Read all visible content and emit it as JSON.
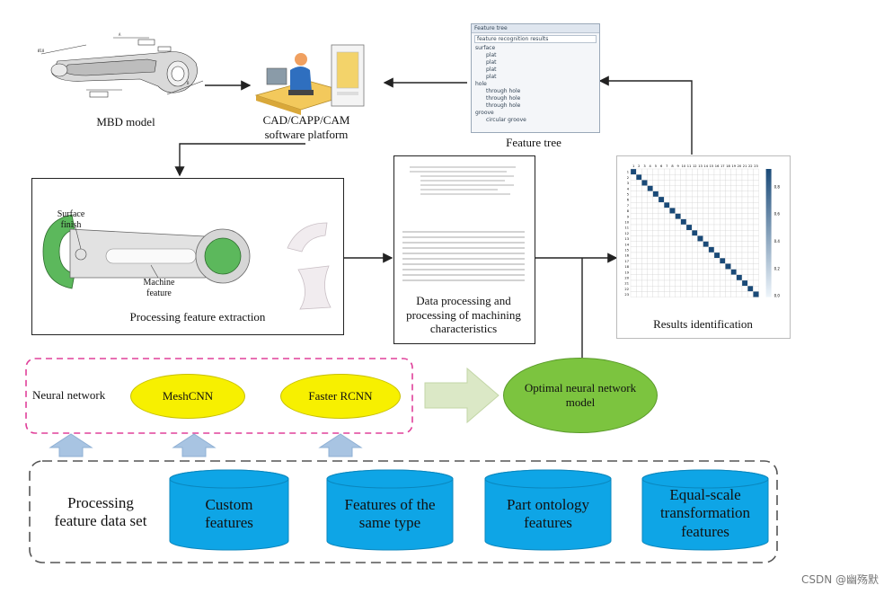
{
  "top": {
    "mbd_label": "MBD model",
    "cad_label_1": "CAD/CAPP/CAM",
    "cad_label_2": "software platform",
    "feature_tree_label": "Feature tree"
  },
  "feature_tree": {
    "title": "Feature tree",
    "header": "feature recognition results",
    "groups": [
      {
        "name": "surface",
        "items": [
          "plat",
          "plat",
          "plat",
          "plat"
        ]
      },
      {
        "name": "hole",
        "items": [
          "through hole",
          "through hole",
          "through hole"
        ]
      },
      {
        "name": "groove",
        "items": [
          "circular groove"
        ]
      }
    ]
  },
  "middle": {
    "surface_finish_1": "Surface",
    "surface_finish_2": "finish",
    "machine_feature_1": "Machine",
    "machine_feature_2": "feature",
    "extraction_label": "Processing feature extraction",
    "data_proc_1": "Data processing and",
    "data_proc_2": "processing of machining",
    "data_proc_3": "characteristics",
    "results_label": "Results identification"
  },
  "heatmap": {
    "ticks": [
      "1",
      "2",
      "3",
      "4",
      "5",
      "6",
      "7",
      "8",
      "9",
      "10",
      "11",
      "12",
      "13",
      "14",
      "15",
      "16",
      "17",
      "18",
      "19",
      "20",
      "21",
      "22",
      "23"
    ],
    "colorbar_ticks": [
      "0.8",
      "0.6",
      "0.4",
      "0.2",
      "0.0"
    ]
  },
  "neural": {
    "nn_label": "Neural network",
    "meshcnn": "MeshCNN",
    "faster_rcnn": "Faster RCNN",
    "optimal_1": "Optimal neural network",
    "optimal_2": "model"
  },
  "dataset": {
    "title_1": "Processing",
    "title_2": "feature data set",
    "cyl1_1": "Custom",
    "cyl1_2": "features",
    "cyl2_1": "Features of the",
    "cyl2_2": "same type",
    "cyl3_1": "Part ontology",
    "cyl3_2": "features",
    "cyl4_1": "Equal-scale",
    "cyl4_2": "transformation",
    "cyl4_3": "features"
  },
  "colors": {
    "yellow": "#f7f000",
    "green_ellipse": "#7cc43f",
    "cylinder": "#0ea5e6",
    "dash_pink": "#e0409a",
    "part_green": "#5cb85c",
    "heat_dark": "#1a4a78"
  },
  "watermark": "CSDN @幽殇默"
}
